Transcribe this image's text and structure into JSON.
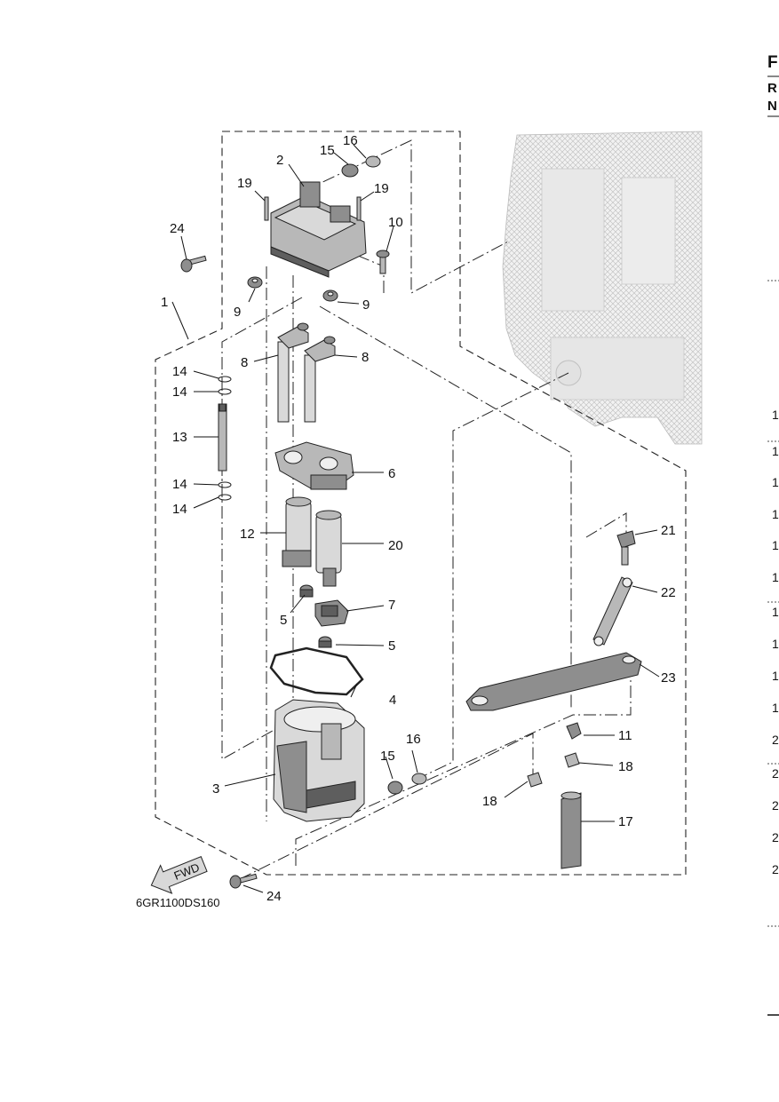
{
  "diagram_code": "6GR1100DS160",
  "fwd_label": "FWD",
  "edge_header": {
    "letter": "F",
    "line1": "R",
    "line2": "N"
  },
  "edge_numbers": [
    "1",
    "1",
    "1",
    "1",
    "1",
    "1",
    "1",
    "1",
    "1",
    "1",
    "2",
    "2",
    "2",
    "2",
    "2"
  ],
  "callouts": {
    "c1": "1",
    "c2": "2",
    "c3": "3",
    "c4": "4",
    "c5a": "5",
    "c5b": "5",
    "c6": "6",
    "c7": "7",
    "c8a": "8",
    "c8b": "8",
    "c9a": "9",
    "c9b": "9",
    "c10": "10",
    "c11": "11",
    "c12": "12",
    "c13": "13",
    "c14a": "14",
    "c14b": "14",
    "c14c": "14",
    "c14d": "14",
    "c15a": "15",
    "c15b": "15",
    "c16a": "16",
    "c16b": "16",
    "c17": "17",
    "c18a": "18",
    "c18b": "18",
    "c19a": "19",
    "c19b": "19",
    "c20": "20",
    "c21": "21",
    "c22": "22",
    "c23": "23",
    "c24a": "24",
    "c24b": "24"
  }
}
